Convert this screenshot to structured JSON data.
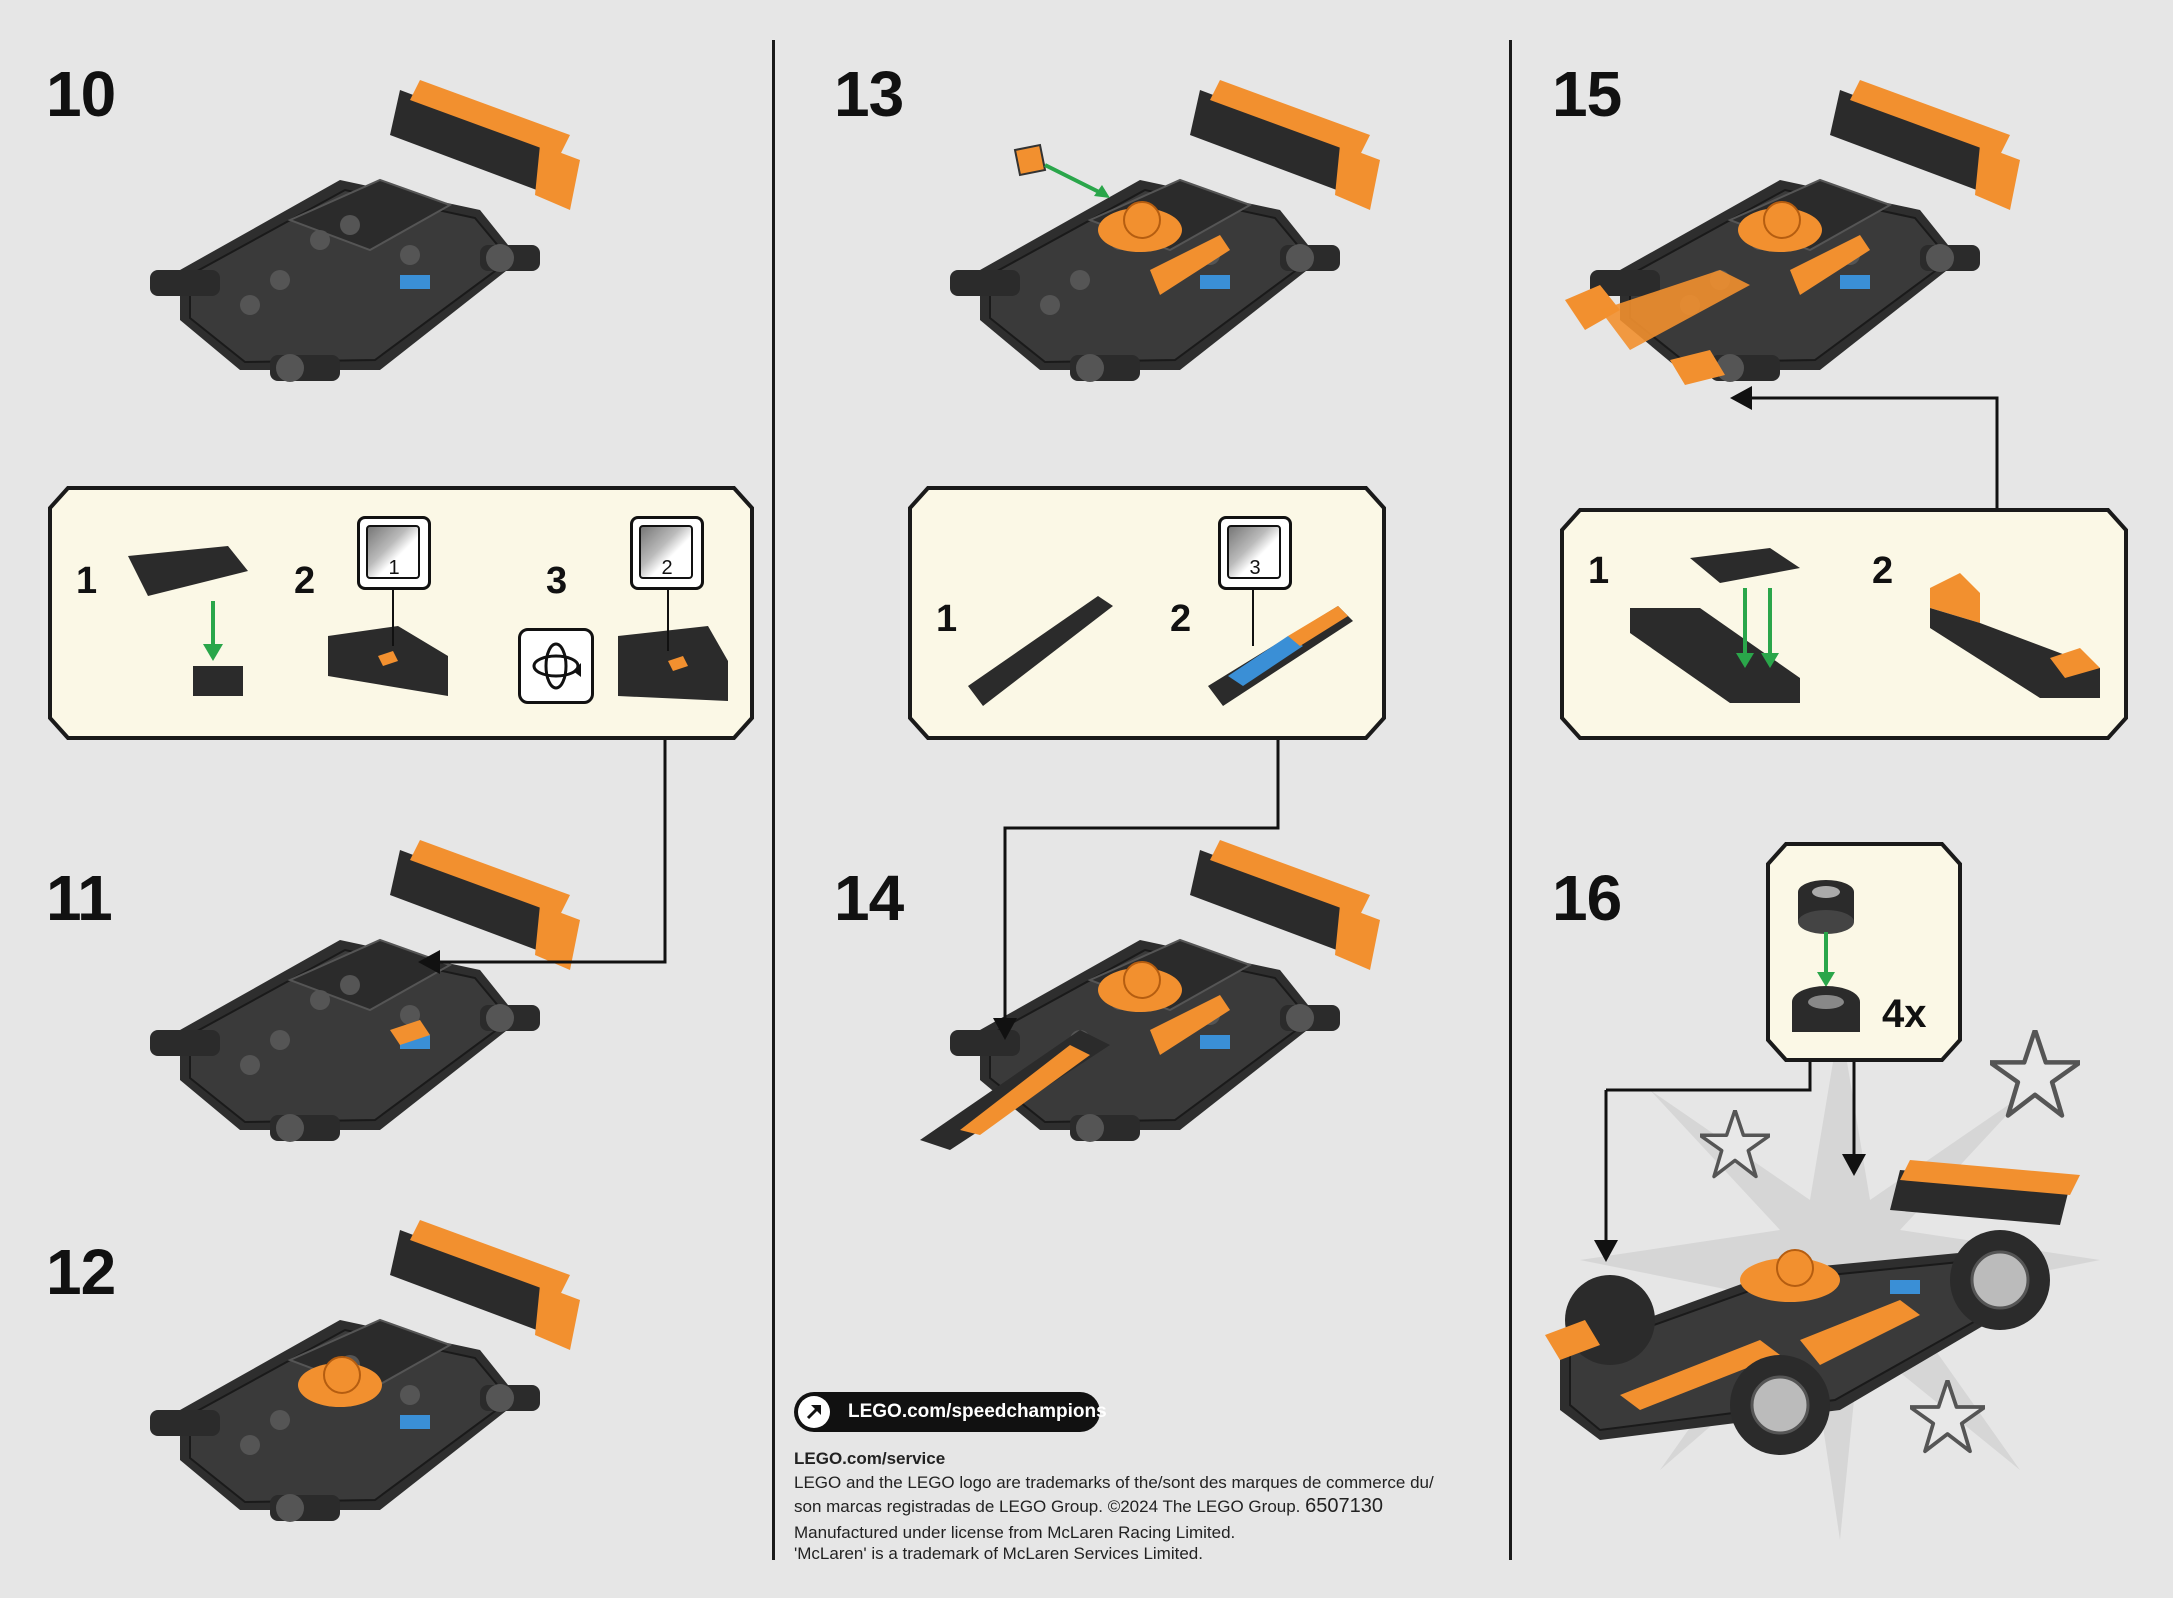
{
  "steps": {
    "s10": "10",
    "s11": "11",
    "s12": "12",
    "s13": "13",
    "s14": "14",
    "s15": "15",
    "s16": "16"
  },
  "callouts": {
    "c10": {
      "sub1": "1",
      "sub2": "2",
      "sub3": "3",
      "sticker_a": "1",
      "sticker_b": "2"
    },
    "c13": {
      "sub1": "1",
      "sub2": "2",
      "sticker": "3"
    },
    "c15": {
      "sub1": "1",
      "sub2": "2"
    },
    "c16": {
      "qty": "4x"
    }
  },
  "footer": {
    "link": "LEGO.com/speedchampions",
    "service": "LEGO.com/service",
    "line1": "LEGO and the LEGO logo are trademarks of the/sont des marques de commerce du/",
    "line2": "son marcas registradas de LEGO Group. ©2024 The LEGO Group.",
    "code": "6507130",
    "line3": "Manufactured under license from McLaren Racing Limited.",
    "line4": "'McLaren' is a trademark of McLaren Services Limited."
  },
  "colors": {
    "background": "#e6e6e6",
    "callout_fill": "#fbf8e6",
    "brick_black": "#2b2b2b",
    "mclaren_orange": "#f2902f",
    "accent_blue": "#3a8fd6",
    "arrow_green": "#2aa64a"
  },
  "icons": [
    "arrow-link-icon",
    "rotate-model-icon",
    "sticker-icon",
    "star-icon"
  ]
}
